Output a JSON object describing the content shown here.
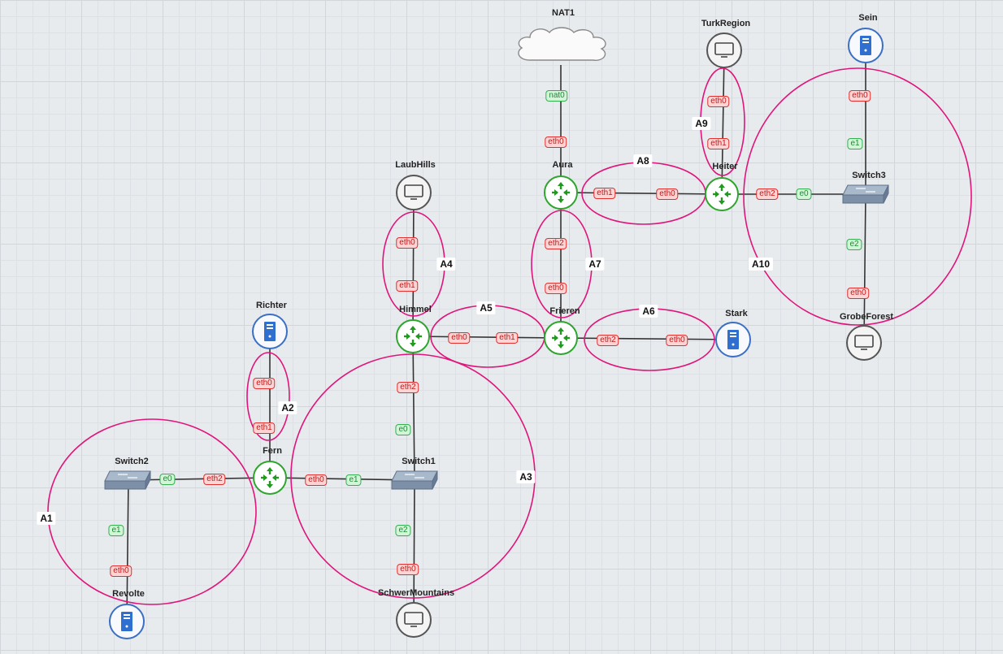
{
  "nodes": {
    "nat1": "NAT1",
    "turkregion": "TurkRegion",
    "sein": "Sein",
    "laubhills": "LaubHills",
    "aura": "Aura",
    "heiter": "Heiter",
    "switch3": "Switch3",
    "richter": "Richter",
    "himmel": "Himmel",
    "frieren": "Frieren",
    "stark": "Stark",
    "grobeforest": "GrobeForest",
    "switch2": "Switch2",
    "fern": "Fern",
    "switch1": "Switch1",
    "revolte": "Revolte",
    "schwermountains": "SchwerMountains"
  },
  "ports": {
    "nat0": "nat0",
    "eth0": "eth0",
    "eth1": "eth1",
    "eth2": "eth2",
    "e0": "e0",
    "e1": "e1",
    "e2": "e2"
  },
  "areas": {
    "a1": "A1",
    "a2": "A2",
    "a3": "A3",
    "a4": "A4",
    "a5": "A5",
    "a6": "A6",
    "a7": "A7",
    "a8": "A8",
    "a9": "A9",
    "a10": "A10"
  },
  "colors": {
    "area_ellipse": "#e0147a",
    "router_green": "#2fa52f",
    "server_blue": "#3a6fc4",
    "port_red": "#e03030",
    "port_green": "#34b050",
    "link": "#333333"
  },
  "icons": {
    "router": "router-icon",
    "switch": "switch-icon",
    "pc": "monitor-icon",
    "server": "server-icon",
    "cloud": "cloud-icon"
  }
}
